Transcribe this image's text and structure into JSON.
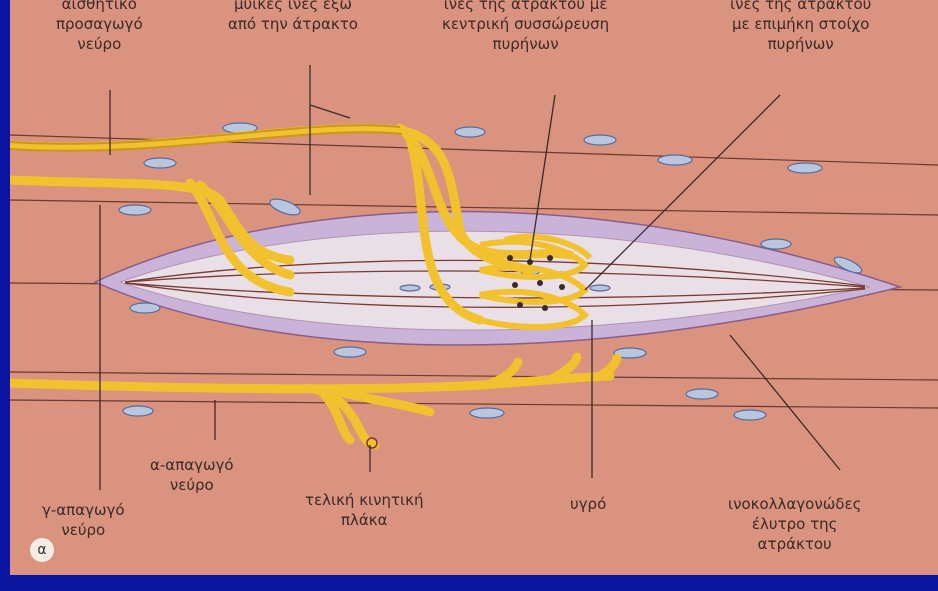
{
  "figure": {
    "panel_letter": "α",
    "colors": {
      "background": "#d9937e",
      "frame": "#0a14a0",
      "nerve": "#f2c12e",
      "capsule": "#c9b3d8",
      "nucleus": "#b9c6e0",
      "line": "#4a2e2a"
    }
  },
  "labels": {
    "sensory_afferent": [
      "αισθητικό",
      "προσαγωγό",
      "νεύρο"
    ],
    "extrafusal_fibers": [
      "μϋικές ίνες έξω",
      "από την άτρακτο"
    ],
    "nuclear_bag_fibers": [
      "ίνες της ατράκτου με",
      "κεντρική συσσώρευση",
      "πυρήνων"
    ],
    "nuclear_chain_fibers": [
      "ίνες της ατράκτου",
      "με επιμήκη στοίχο",
      "πυρήνων"
    ],
    "alpha_efferent": [
      "α-απαγωγό",
      "νεύρο"
    ],
    "gamma_efferent": [
      "γ-απαγωγό",
      "νεύρο"
    ],
    "motor_endplate": [
      "τελική κινητική",
      "πλάκα"
    ],
    "fluid": [
      "υγρό"
    ],
    "capsule": [
      "ινοκολλαγονώδες",
      "έλυτρο της",
      "ατράκτου"
    ]
  }
}
